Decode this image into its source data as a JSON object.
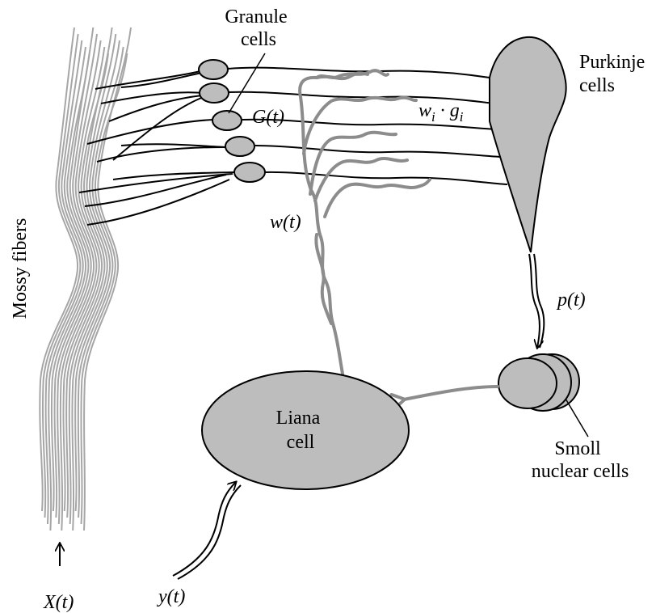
{
  "labels": {
    "granule": [
      "Granule",
      "cells"
    ],
    "purkinje": [
      "Purkinje",
      "cells"
    ],
    "mossy": "Mossy fibers",
    "liana": [
      "Liana",
      "cell"
    ],
    "smoll": [
      "Smoll",
      "nuclear cells"
    ],
    "g_t": "G(t)",
    "wi_gi": "wi · gi",
    "w_t": "w(t)",
    "p_t": "p(t)",
    "x_t": "X(t)",
    "y_t": "y(t)"
  },
  "colors": {
    "cell_fill": "#bdbdbd",
    "fiber_grey": "#a6a6a6",
    "climbing_grey": "#8c8c8c",
    "line": "#000000"
  }
}
